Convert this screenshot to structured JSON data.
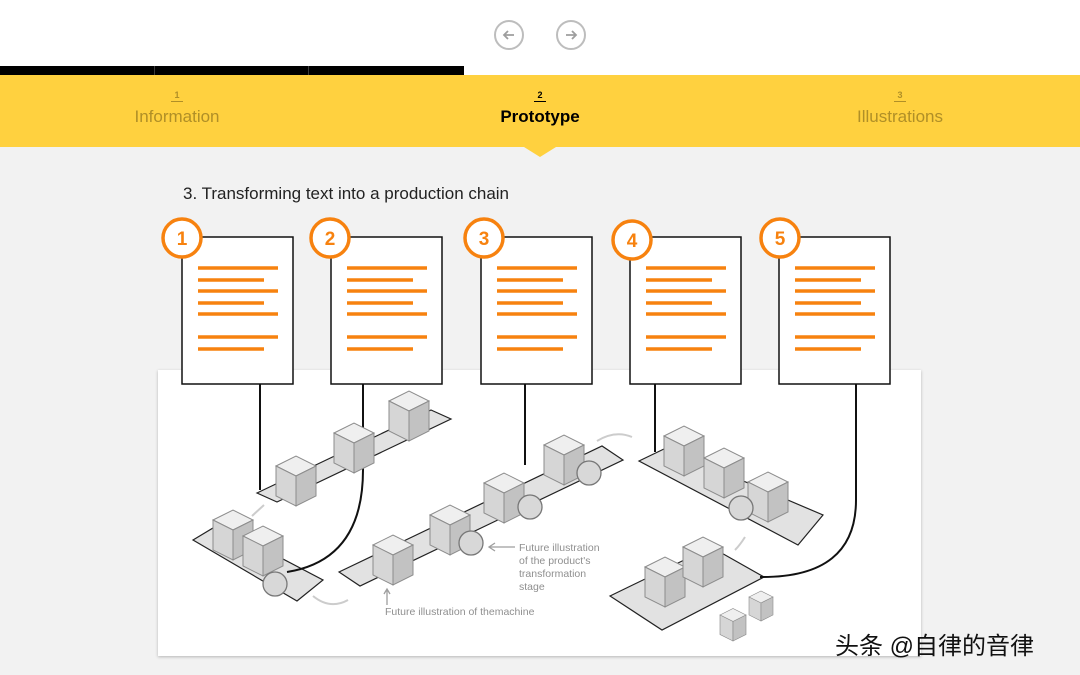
{
  "nav": {
    "prev_icon": "arrow-left-icon",
    "next_icon": "arrow-right-icon"
  },
  "progress": {
    "completed_fraction": 0.43,
    "segments": 7
  },
  "steps": [
    {
      "number": "1",
      "label": "Information",
      "active": false
    },
    {
      "number": "2",
      "label": "Prototype",
      "active": true
    },
    {
      "number": "3",
      "label": "Illustrations",
      "active": false
    }
  ],
  "section": {
    "title": "3. Transforming text into a production chain"
  },
  "documents": [
    {
      "number": "1"
    },
    {
      "number": "2"
    },
    {
      "number": "3"
    },
    {
      "number": "4"
    },
    {
      "number": "5"
    }
  ],
  "annotations": {
    "product_stage": [
      "Future illustration",
      "of the product's",
      "transformation",
      "stage"
    ],
    "machine": "Future illustration of themachine"
  },
  "watermark": "头条 @自律的音律",
  "colors": {
    "accent": "#f7820f",
    "step_bar": "#ffd13f",
    "background": "#f2f2f2"
  }
}
